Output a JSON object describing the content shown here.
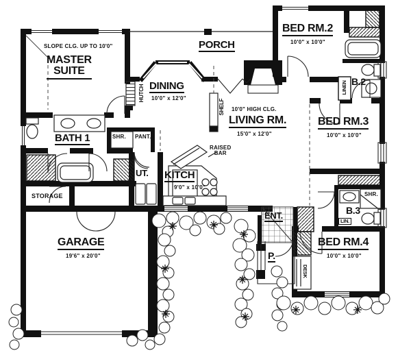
{
  "colors": {
    "wall": "#111111",
    "line": "#222222",
    "paper": "#ffffff"
  },
  "labels": {
    "slope_note": "SLOPE CLG. UP TO 10'0\"",
    "master_line1": "MASTER",
    "master_line2": "SUITE",
    "porch": "PORCH",
    "dining": "DINING",
    "dining_dims": "10'0\" x 12'0\"",
    "hutch": "HUTCH",
    "shelf": "SHELF",
    "high_clg": "10'0\" HIGH CLG.",
    "living": "LIVING RM.",
    "living_dims": "15'0\" x 12'0\"",
    "bed2": "BED RM.2",
    "bed2_dims": "10'0\" x 10'0\"",
    "b2": "B.2",
    "linen": "LINEN",
    "bed3": "BED RM.3",
    "bed3_dims": "10'0\" x 10'0\"",
    "bath1": "BATH 1",
    "shr_bath1": "SHR.",
    "pant": "PANT.",
    "ut": "UT.",
    "kitch": "KITCH",
    "kitch_dims": "9'0\" x 10'0\"",
    "raised_bar_line1": "RAISED",
    "raised_bar_line2": "BAR",
    "storage": "STORAGE",
    "garage": "GARAGE",
    "garage_dims": "19'6\" x 20'0\"",
    "ent": "ENT.",
    "p": "P.",
    "b3": "B.3",
    "lin": "LIN.",
    "shr_b3": "SHR.",
    "bed4": "BED RM.4",
    "bed4_dims": "10'0\" x 10'0\"",
    "desk": "DESK"
  }
}
